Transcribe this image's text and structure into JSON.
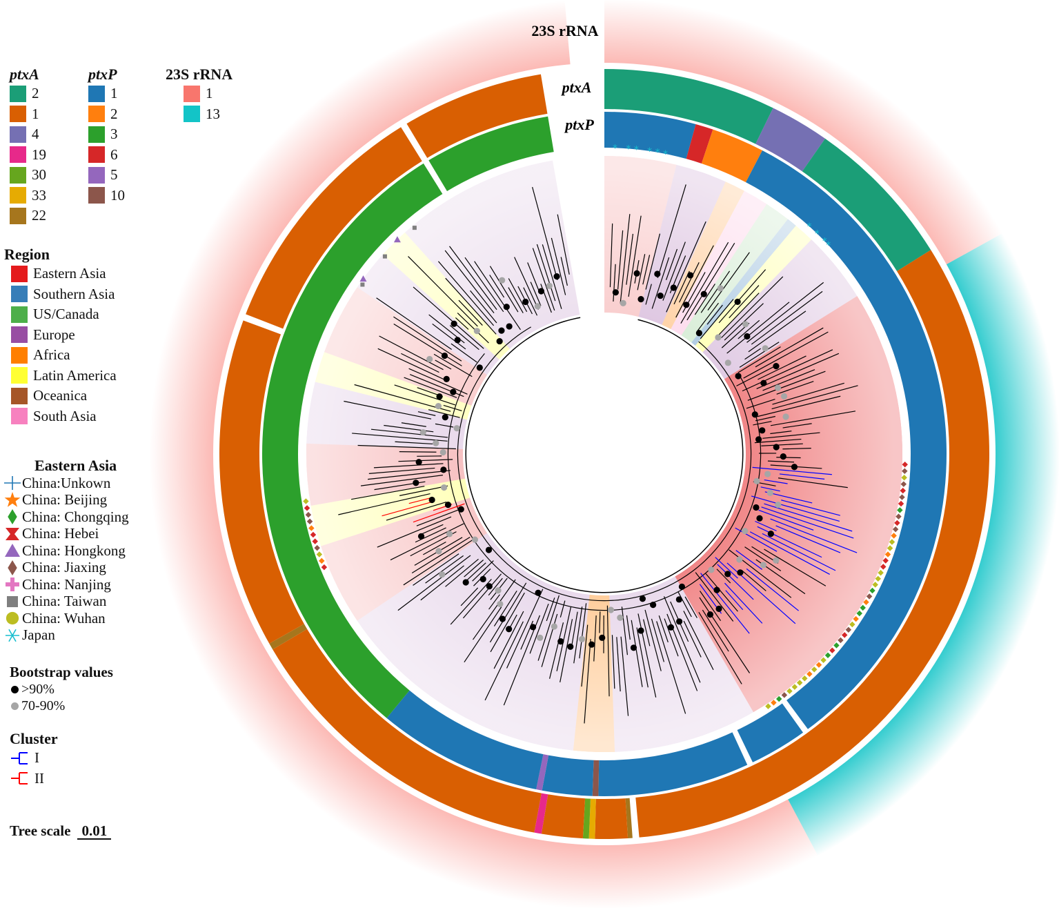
{
  "ring_labels": {
    "rrna": "23S rRNA",
    "ptxa": "ptxA",
    "ptxp": "ptxP"
  },
  "legend": {
    "ptxA": {
      "title": "ptxA",
      "items": [
        {
          "label": "2",
          "color": "#1b9e77"
        },
        {
          "label": "1",
          "color": "#d95f02"
        },
        {
          "label": "4",
          "color": "#7570b3"
        },
        {
          "label": "19",
          "color": "#e7298a"
        },
        {
          "label": "30",
          "color": "#66a61e"
        },
        {
          "label": "33",
          "color": "#e6ab02"
        },
        {
          "label": "22",
          "color": "#a6761d"
        }
      ]
    },
    "ptxP": {
      "title": "ptxP",
      "items": [
        {
          "label": "1",
          "color": "#1f77b4"
        },
        {
          "label": "2",
          "color": "#ff7f0e"
        },
        {
          "label": "3",
          "color": "#2ca02c"
        },
        {
          "label": "6",
          "color": "#d62728"
        },
        {
          "label": "5",
          "color": "#9467bd"
        },
        {
          "label": "10",
          "color": "#8c564b"
        }
      ]
    },
    "rrna": {
      "title": "23S rRNA",
      "items": [
        {
          "label": "1",
          "color": "#f8766d"
        },
        {
          "label": "13",
          "color": "#13c4c7"
        }
      ]
    },
    "region": {
      "title": "Region",
      "items": [
        {
          "label": "Eastern Asia",
          "color": "#e41a1c"
        },
        {
          "label": "Southern Asia",
          "color": "#377eb8"
        },
        {
          "label": "US/Canada",
          "color": "#4daf4a"
        },
        {
          "label": "Europe",
          "color": "#984ea3"
        },
        {
          "label": "Africa",
          "color": "#ff7f00"
        },
        {
          "label": "Latin America",
          "color": "#ffff33"
        },
        {
          "label": "Oceanica",
          "color": "#a65628"
        },
        {
          "label": "South Asia",
          "color": "#f781bf"
        }
      ]
    },
    "eastern_asia": {
      "title": "Eastern Asia",
      "items": [
        {
          "label": "China:Unkown",
          "icon": "cross-icon",
          "color": "#1f77b4"
        },
        {
          "label": "China: Beijing",
          "icon": "star-icon",
          "color": "#ff7f0e"
        },
        {
          "label": "China: Chongqing",
          "icon": "diamond-icon",
          "color": "#2ca02c"
        },
        {
          "label": "China: Hebei",
          "icon": "bowtie-icon",
          "color": "#d62728"
        },
        {
          "label": "China: Hongkong",
          "icon": "triangle-icon",
          "color": "#9467bd"
        },
        {
          "label": "China: Jiaxing",
          "icon": "diamond-icon",
          "color": "#8c564b"
        },
        {
          "label": "China: Nanjing",
          "icon": "plus-icon",
          "color": "#e377c2"
        },
        {
          "label": "China: Taiwan",
          "icon": "square-icon",
          "color": "#7f7f7f"
        },
        {
          "label": "China: Wuhan",
          "icon": "circle-icon",
          "color": "#bcbd22"
        },
        {
          "label": "Japan",
          "icon": "asterisk-icon",
          "color": "#17becf"
        }
      ]
    },
    "bootstrap": {
      "title": "Bootstrap values",
      "items": [
        {
          "label": ">90%",
          "color": "#000000"
        },
        {
          "label": "70-90%",
          "color": "#a6a6a6"
        }
      ]
    },
    "cluster": {
      "title": "Cluster",
      "items": [
        {
          "label": "I",
          "color": "#0000ff"
        },
        {
          "label": "II",
          "color": "#ff0000"
        }
      ]
    },
    "tree_scale": {
      "label": "Tree scale",
      "value": "0.01"
    }
  }
}
